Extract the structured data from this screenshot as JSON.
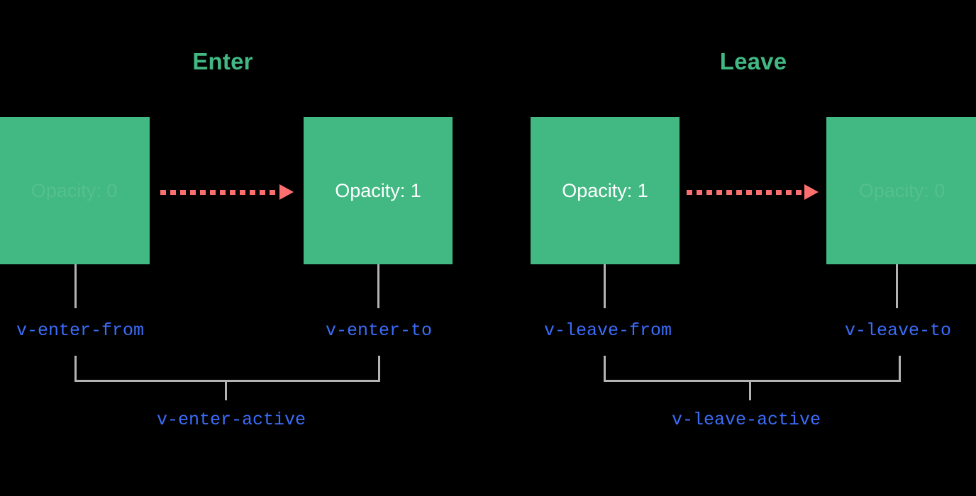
{
  "diagram": {
    "title_enter": "Enter",
    "title_leave": "Leave",
    "background_color": "#000000",
    "box_color": "#42b883",
    "accent_green": "#42b883",
    "arrow_color": "#fb6f6f",
    "label_color": "#3b6dfa",
    "connector_color": "#b3b3b3",
    "box_text_color": "#ffffff"
  },
  "phases": [
    {
      "name": "enter",
      "title": "Enter",
      "from_box": {
        "text": "Opacity: 0",
        "faded": true
      },
      "to_box": {
        "text": "Opacity: 1",
        "faded": false
      },
      "from_label": "v-enter-from",
      "to_label": "v-enter-to",
      "active_label": "v-enter-active"
    },
    {
      "name": "leave",
      "title": "Leave",
      "from_box": {
        "text": "Opacity: 1",
        "faded": false
      },
      "to_box": {
        "text": "Opacity: 0",
        "faded": true
      },
      "from_label": "v-leave-from",
      "to_label": "v-leave-to",
      "active_label": "v-leave-active"
    }
  ]
}
